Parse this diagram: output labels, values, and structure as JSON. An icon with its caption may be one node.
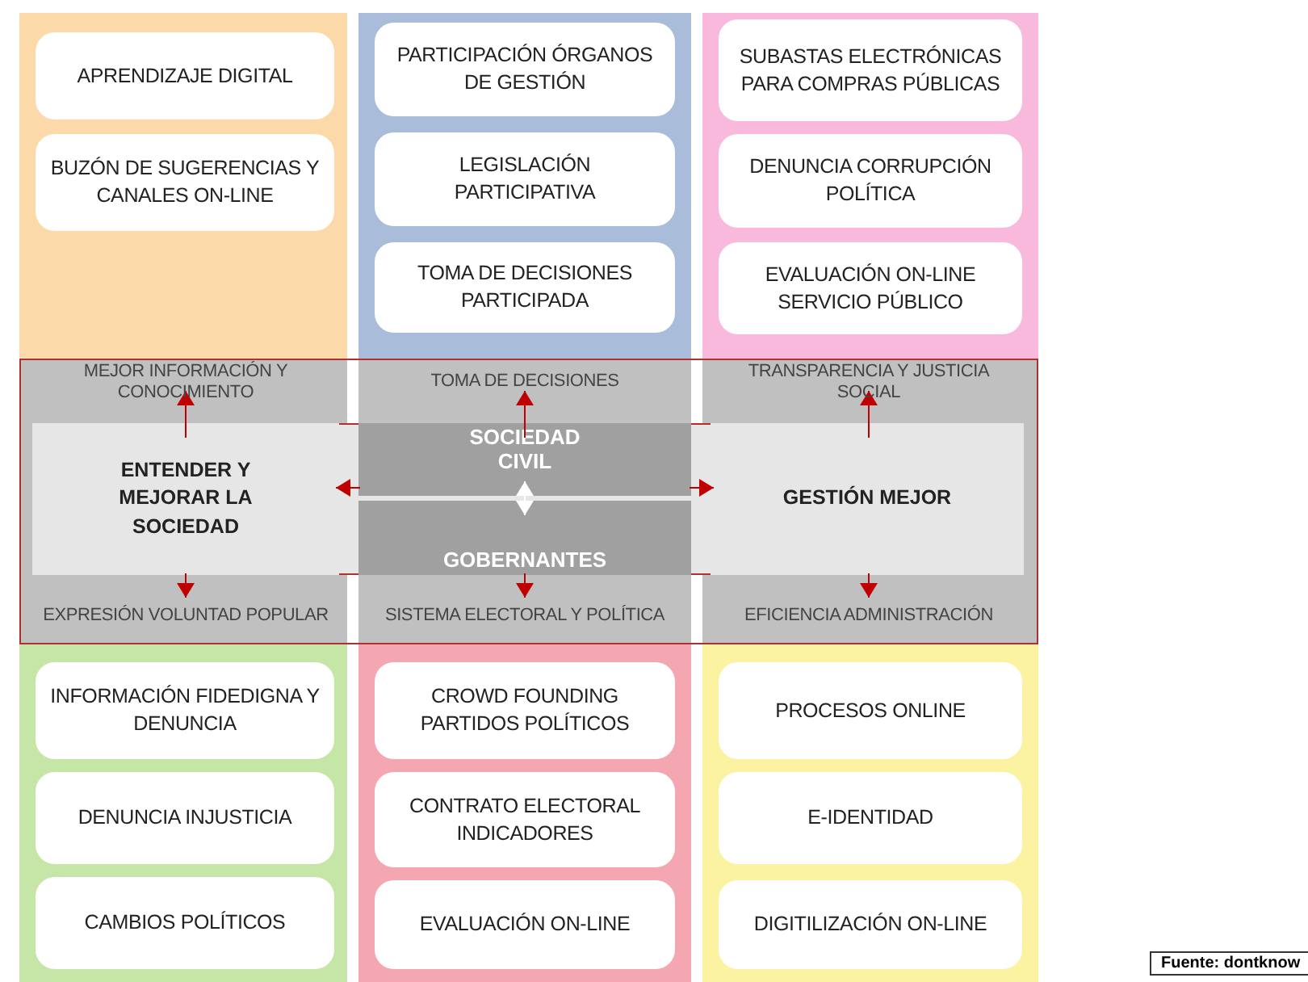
{
  "diagram": {
    "nodes": [
      {
        "text": [],
        "shape": "box"
      },
      {
        "text": [
          "APRENDIZAJE DIGITAL"
        ],
        "in": 0
      },
      {
        "text": [
          "BUZÓN DE SUGERENCIAS Y CANALES ON-LINE"
        ],
        "in": 0
      },
      {
        "text": [],
        "shape": "box"
      },
      {
        "text": [
          "PARTICIPACIÓN ÓRGANOS DE GESTIÓN"
        ],
        "in": 3
      },
      {
        "text": [
          "LEGISLACIÓN PARTICIPATIVA"
        ],
        "in": 3
      },
      {
        "text": [
          "TOMA DE DECISIONES PARTICIPADA"
        ],
        "in": 3
      },
      {
        "text": [],
        "shape": "box"
      },
      {
        "text": [
          "SUBASTAS ELECTRÓNICAS PARA COMPRAS PÚBLICAS"
        ],
        "in": 7
      },
      {
        "text": [
          "DENUNCIA CORRUPCIÓN POLÍTICA"
        ],
        "in": 7
      },
      {
        "text": [
          "EVALUACIÓN ON-LINE SERVICIO PÚBLICO"
        ],
        "in": 7
      },
      {
        "text": [],
        "shape": "box"
      },
      {
        "text": [
          "MEJOR INFORMACIÓN Y CONOCIMIENTO"
        ],
        "in": 11
      },
      {
        "text": [
          "TOMA DE DECISIONES"
        ],
        "in": 11
      },
      {
        "text": [
          "TRANSPARENCIA Y JUSTICIA SOCIAL"
        ],
        "in": 11
      },
      {
        "text": [],
        "shape": "box",
        "in": 11
      },
      {
        "text": [
          "ENTENDER Y MEJORAR LA SOCIEDAD"
        ],
        "in": 15
      },
      {
        "text": [
          "SOCIEDAD CIVIL"
        ],
        "in": 15
      },
      {
        "text": [
          "GOBERNANTES"
        ],
        "in": 15
      },
      {
        "text": [
          "GESTIÓN MEJOR"
        ],
        "in": 15
      },
      {
        "text": [
          "EXPRESIÓN VOLUNTAD POPULAR"
        ],
        "in": 11
      },
      {
        "text": [
          "SISTEMA ELECTORAL Y POLÍTICA"
        ],
        "in": 11
      },
      {
        "text": [
          "EFICIENCIA ADMINISTRACIÓN"
        ],
        "in": 11
      },
      {
        "text": [],
        "shape": "box"
      },
      {
        "text": [
          "INFORMACIÓN FIDEDIGNA Y DENUNCIA"
        ],
        "in": 23
      },
      {
        "text": [
          "DENUNCIA INJUSTICIA"
        ],
        "in": 23
      },
      {
        "text": [
          "CAMBIOS POLÍTICOS"
        ],
        "in": 23
      },
      {
        "text": [],
        "shape": "box"
      },
      {
        "text": [
          "CROWD FOUNDING PARTIDOS POLÍTICOS"
        ],
        "in": 27
      },
      {
        "text": [
          "CONTRATO ELECTORAL INDICADORES"
        ],
        "in": 27
      },
      {
        "text": [
          "EVALUACIÓN ON-LINE"
        ],
        "in": 27
      },
      {
        "text": [],
        "shape": "box"
      },
      {
        "text": [
          "PROCESOS ONLINE"
        ],
        "in": 31
      },
      {
        "text": [
          "E-IDENTIDAD"
        ],
        "in": 31
      },
      {
        "text": [
          "DIGITILIZACIÓN ON-LINE"
        ],
        "in": 31
      }
    ],
    "edges": [
      {
        "from": 16,
        "to": 12,
        "arrow": "to"
      },
      {
        "from": 16,
        "to": 20,
        "arrow": "to"
      },
      {
        "from": 17,
        "to": 13,
        "arrow": "to"
      },
      {
        "from": 18,
        "to": 21,
        "arrow": "to"
      },
      {
        "from": 19,
        "to": 14,
        "arrow": "to"
      },
      {
        "from": 19,
        "to": 22,
        "arrow": "to"
      },
      {
        "from": 17,
        "to": 18,
        "arrow": "both",
        "color": "#ffffff"
      },
      {
        "from": 17,
        "to": 16,
        "arrow": "to"
      },
      {
        "from": 17,
        "to": 19,
        "arrow": "to"
      }
    ],
    "labels": [
      "Fuente: dontknow"
    ]
  }
}
